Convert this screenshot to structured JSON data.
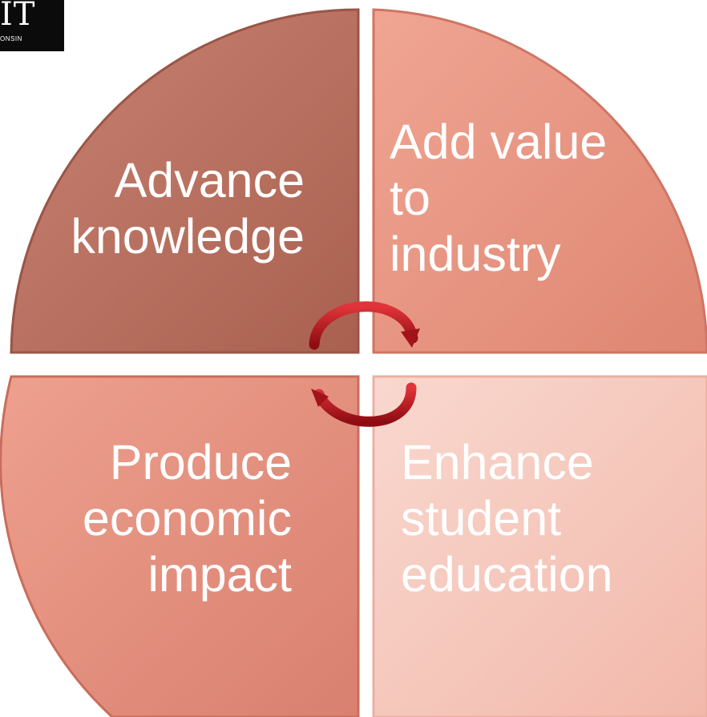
{
  "logo": {
    "text": "IT",
    "subtext": "ONSIN"
  },
  "quadrants": [
    {
      "id": "advance-knowledge",
      "lines": [
        "Advance",
        "knowledge"
      ],
      "color": "#c17767"
    },
    {
      "id": "add-value",
      "lines": [
        "Add value",
        "to",
        "industry"
      ],
      "color": "#e9907d"
    },
    {
      "id": "produce-impact",
      "lines": [
        "Produce",
        "economic",
        "impact"
      ],
      "color": "#e48e7c"
    },
    {
      "id": "enhance-education",
      "lines": [
        "Enhance",
        "student",
        "education"
      ],
      "color": "#f6c8bc"
    }
  ],
  "arrow_color": "#b3141b"
}
